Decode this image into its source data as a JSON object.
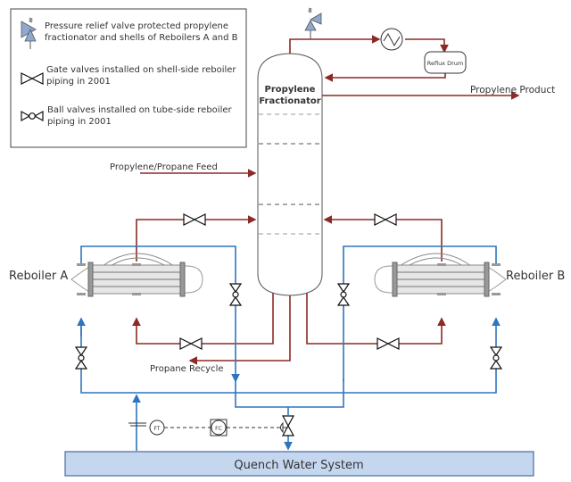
{
  "legend": {
    "items": [
      {
        "icon": "pressure-relief-valve-icon",
        "lines": [
          "Pressure relief valve protected propylene",
          "fractionator and shells of Reboilers A and B"
        ]
      },
      {
        "icon": "gate-valve-icon",
        "lines": [
          "Gate valves installed on shell-side reboiler",
          "piping in 2001"
        ]
      },
      {
        "icon": "ball-valve-icon",
        "lines": [
          "Ball valves installed on tube-side reboiler",
          "piping in 2001"
        ]
      }
    ]
  },
  "column": {
    "title_line1": "Propylene",
    "title_line2": "Fractionator"
  },
  "reflux_drum": "Reflux Drum",
  "streams": {
    "product": "Propylene Product",
    "feed": "Propylene/Propane Feed",
    "recycle": "Propane Recycle"
  },
  "reboilers": {
    "a": "Reboiler A",
    "b": "Reboiler B"
  },
  "instruments": {
    "ft": "FT",
    "fc": "FC"
  },
  "quench": "Quench Water System",
  "colors": {
    "hydrocarbon_line": "#8b2a26",
    "water_line": "#2f74c0",
    "quench_fill": "#c5d7ef",
    "relief_valve": "#8fa8cf"
  }
}
